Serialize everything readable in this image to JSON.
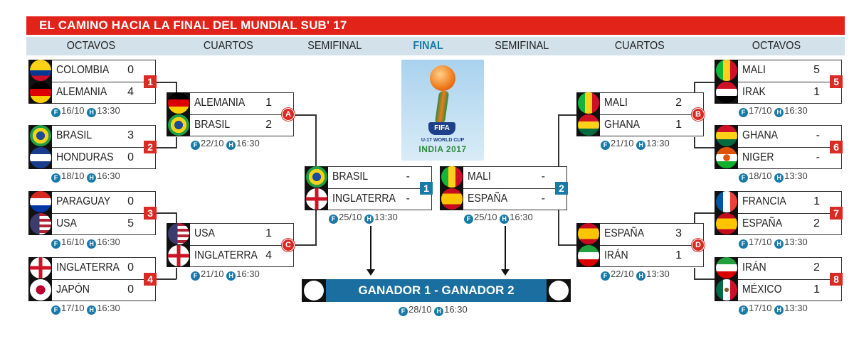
{
  "title": "EL CAMINO HACIA LA FINAL DEL MUNDIAL SUB' 17",
  "headers": [
    "OCTAVOS",
    "CUARTOS",
    "SEMIFINAL",
    "FINAL",
    "SEMIFINAL",
    "CUARTOS",
    "OCTAVOS"
  ],
  "icons": {
    "fecha": "F",
    "hora": "H"
  },
  "colors": {
    "title_red": "#e2231a",
    "header_bg": "#d3e1ea",
    "accent_blue": "#1a7aa6",
    "badge_red": "#d92a24",
    "final_bar": "#1a6fa0"
  },
  "octavos": [
    {
      "id": "1",
      "t1": "COLOMBIA",
      "s1": "0",
      "t2": "ALEMANIA",
      "s2": "4",
      "fecha": "16/10",
      "hora": "13:30"
    },
    {
      "id": "2",
      "t1": "BRASIL",
      "s1": "3",
      "t2": "HONDURAS",
      "s2": "0",
      "fecha": "18/10",
      "hora": "16:30"
    },
    {
      "id": "3",
      "t1": "PARAGUAY",
      "s1": "0",
      "t2": "USA",
      "s2": "5",
      "fecha": "16/10",
      "hora": "16:30"
    },
    {
      "id": "4",
      "t1": "INGLATERRA",
      "s1": "0",
      "t2": "JAPÓN",
      "s2": "0",
      "fecha": "17/10",
      "hora": "16:30"
    },
    {
      "id": "5",
      "t1": "MALI",
      "s1": "5",
      "t2": "IRAK",
      "s2": "1",
      "fecha": "17/10",
      "hora": "16:30"
    },
    {
      "id": "6",
      "t1": "GHANA",
      "s1": "-",
      "t2": "NIGER",
      "s2": "-",
      "fecha": "18/10",
      "hora": "13:30"
    },
    {
      "id": "7",
      "t1": "FRANCIA",
      "s1": "1",
      "t2": "ESPAÑA",
      "s2": "2",
      "fecha": "17/10",
      "hora": "13:30"
    },
    {
      "id": "8",
      "t1": "IRÁN",
      "s1": "2",
      "t2": "MÉXICO",
      "s2": "1",
      "fecha": "17/10",
      "hora": "13:30"
    }
  ],
  "cuartos": [
    {
      "id": "A",
      "t1": "ALEMANIA",
      "s1": "1",
      "t2": "BRASIL",
      "s2": "2",
      "fecha": "22/10",
      "hora": "16:30"
    },
    {
      "id": "C",
      "t1": "USA",
      "s1": "1",
      "t2": "INGLATERRA",
      "s2": "4",
      "fecha": "21/10",
      "hora": "16:30"
    },
    {
      "id": "B",
      "t1": "MALI",
      "s1": "2",
      "t2": "GHANA",
      "s2": "1",
      "fecha": "21/10",
      "hora": "13:30"
    },
    {
      "id": "D",
      "t1": "ESPAÑA",
      "s1": "3",
      "t2": "IRÁN",
      "s2": "1",
      "fecha": "22/10",
      "hora": "13:30"
    }
  ],
  "semifinal": [
    {
      "id": "1",
      "t1": "BRASIL",
      "s1": "-",
      "t2": "INGLATERRA",
      "s2": "-",
      "fecha": "25/10",
      "hora": "13:30"
    },
    {
      "id": "2",
      "t1": "MALI",
      "s1": "-",
      "t2": "ESPAÑA",
      "s2": "-",
      "fecha": "25/10",
      "hora": "16:30"
    }
  ],
  "final": {
    "label": "GANADOR 1  - GANADOR 2",
    "fecha": "28/10",
    "hora": "16:30"
  },
  "logo": {
    "fifa": "FIFA",
    "line1": "U-17 WORLD CUP",
    "line2": "INDIA 2017"
  }
}
